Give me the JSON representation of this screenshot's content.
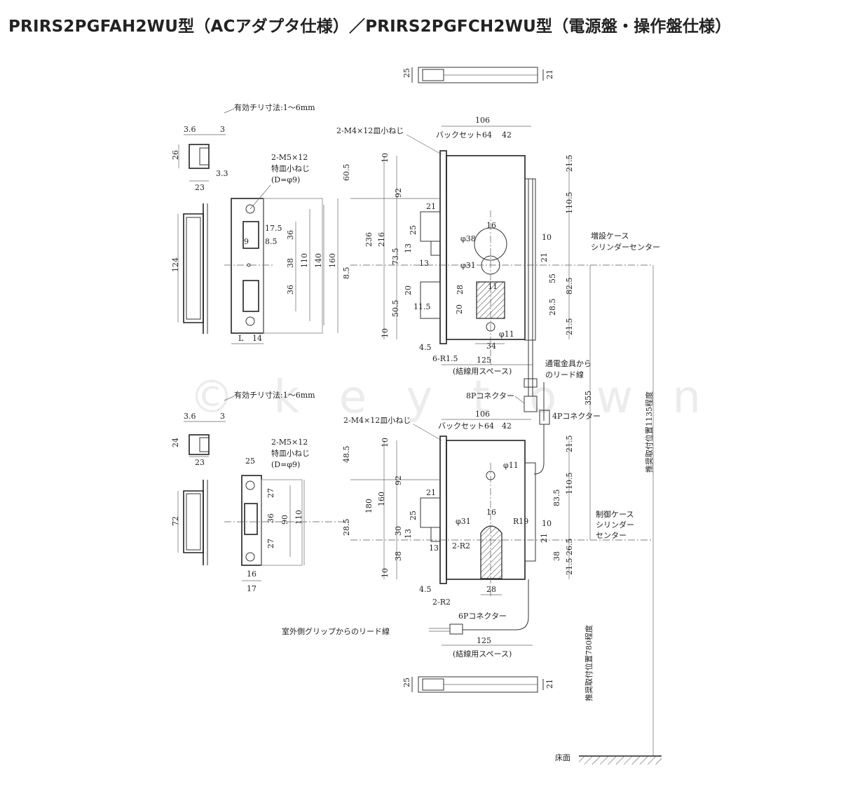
{
  "title": "PRIRS2PGFAH2WU型（ACアダプタ仕様）／PRIRS2PGFCH2WU型（電源盤・操作盤仕様）",
  "watermark": "© k e y  t o w n",
  "upper": {
    "strike_gap_note": "有効チリ寸法:1～6mm",
    "screw_note_1": "2-M5×12",
    "screw_note_2": "特皿小ねじ",
    "screw_note_3": "(D=φ9)",
    "case_screw_note": "2-M4×12皿小ねじ",
    "backset_label": "バックセット64",
    "dims": {
      "d3_6": "3.6",
      "d3": "3",
      "d26": "26",
      "d3_3": "3.3",
      "d23": "23",
      "d124": "124",
      "dL": "L",
      "d14": "14",
      "d17_5": "17.5",
      "d9": "9",
      "d8_5": "8.5",
      "d36a": "36",
      "d38": "38",
      "d36b": "36",
      "d110": "110",
      "d140": "140",
      "d160": "160",
      "d60_5": "60.5",
      "d8_5b": "8.5",
      "d236": "236",
      "d216": "216",
      "d10a": "10",
      "d92": "92",
      "d73_5": "73.5",
      "d50_5": "50.5",
      "d10b": "10",
      "d21": "21",
      "d25": "25",
      "d13": "13",
      "d13b": "13",
      "d20a": "20",
      "d11_5": "11.5",
      "d20b": "20",
      "d106": "106",
      "d42": "42",
      "d16": "16",
      "phi38": "φ38",
      "phi31": "φ31",
      "d11": "11",
      "d28": "28",
      "phi11": "φ11",
      "d34": "34",
      "d4_5": "4.5",
      "r_note": "6-R1.5",
      "d125": "125",
      "space_note": "(結線用スペース)",
      "d10c": "10",
      "d21_5a": "21.5",
      "d110_5": "110.5",
      "d21b": "21",
      "d55": "55",
      "d82_5": "82.5",
      "d28_5": "28.5",
      "d21_5b": "21.5"
    },
    "case_center_label_1": "増設ケース",
    "case_center_label_2": "シリンダーセンター",
    "top_bar_25": "25",
    "top_bar_21": "21"
  },
  "middle": {
    "lead_note_1": "通電金具から",
    "lead_note_2": "のリード線",
    "connector_8p": "8Pコネクター",
    "connector_4p": "4Pコネクター",
    "d355": "355",
    "vertical_note_1135": "推奨取付位置1135程度"
  },
  "lower": {
    "strike_gap_note": "有効チリ寸法:1～6mm",
    "screw_note_1": "2-M5×12",
    "screw_note_2": "特皿小ねじ",
    "screw_note_3": "(D=φ9)",
    "case_screw_note": "2-M4×12皿小ねじ",
    "backset_label": "バックセット64",
    "dims": {
      "d3_6": "3.6",
      "d3": "3",
      "d24": "24",
      "d23": "23",
      "d72": "72",
      "d25": "25",
      "d27a": "27",
      "d36": "36",
      "d27b": "27",
      "d90": "90",
      "d110": "110",
      "d16": "16",
      "d17": "17",
      "d48_5": "48.5",
      "d28_5": "28.5",
      "d180": "180",
      "d160": "160",
      "d10a": "10",
      "d92": "92",
      "d30": "30",
      "d38": "38",
      "d10b": "10",
      "d21": "21",
      "d25b": "25",
      "d13": "13",
      "d13b": "13",
      "d106": "106",
      "d42": "42",
      "phi11": "φ11",
      "phi31": "φ31",
      "d16b": "16",
      "r19": "R19",
      "r2": "2-R2",
      "d28": "28",
      "d4_5": "4.5",
      "r2b": "2-R2",
      "d10c": "10",
      "d21_5a": "21.5",
      "d110_5": "110.5",
      "d83_5": "83.5",
      "d21b": "21",
      "d38b": "38",
      "d26_5": "26.5",
      "d21_5b": "21.5",
      "d125": "125",
      "space_note": "(結線用スペース)"
    },
    "control_center_1": "制御ケース",
    "control_center_2": "シリンダー",
    "control_center_3": "センター",
    "connector_6p": "6Pコネクター",
    "outdoor_lead": "室外側グリップからのリード線",
    "vertical_note_780": "推奨取付位置780程度",
    "floor_label": "床面",
    "bottom_bar_25": "25",
    "bottom_bar_21": "21"
  }
}
